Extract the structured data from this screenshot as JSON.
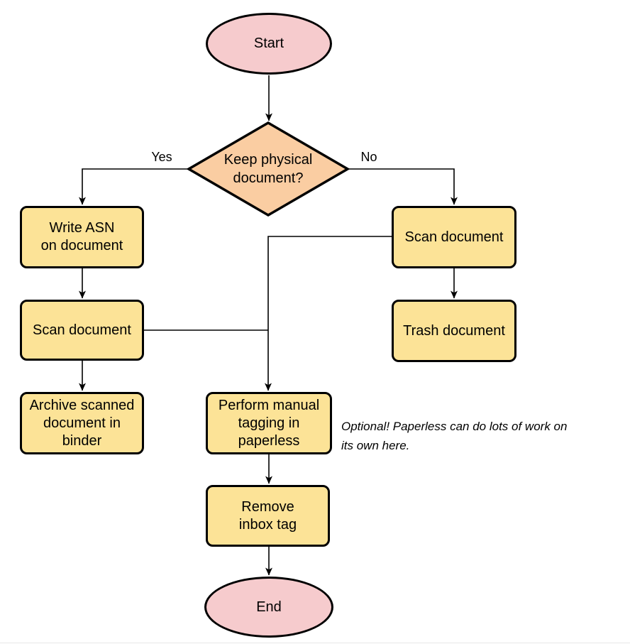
{
  "diagram": {
    "nodes": {
      "start": {
        "label": "Start",
        "type": "terminal"
      },
      "decision": {
        "label": "Keep physical\ndocument?",
        "type": "decision"
      },
      "write_asn": {
        "label": "Write ASN\non document",
        "type": "process"
      },
      "scan_left": {
        "label": "Scan document",
        "type": "process"
      },
      "archive": {
        "label": "Archive scanned\ndocument in\nbinder",
        "type": "process"
      },
      "scan_right": {
        "label": "Scan document",
        "type": "process"
      },
      "trash": {
        "label": "Trash document",
        "type": "process"
      },
      "tagging": {
        "label": "Perform manual\ntagging in\npaperless",
        "type": "process"
      },
      "remove_inbox": {
        "label": "Remove\ninbox tag",
        "type": "process"
      },
      "end": {
        "label": "End",
        "type": "terminal"
      }
    },
    "edge_labels": {
      "yes": "Yes",
      "no": "No"
    },
    "note": "Optional! Paperless can do lots of work on\nits own here.",
    "colors": {
      "terminal_fill": "#F6CBCD",
      "decision_fill": "#FACDA2",
      "process_fill": "#FCE397",
      "stroke": "#000000",
      "background": "#FFFFFF"
    }
  }
}
